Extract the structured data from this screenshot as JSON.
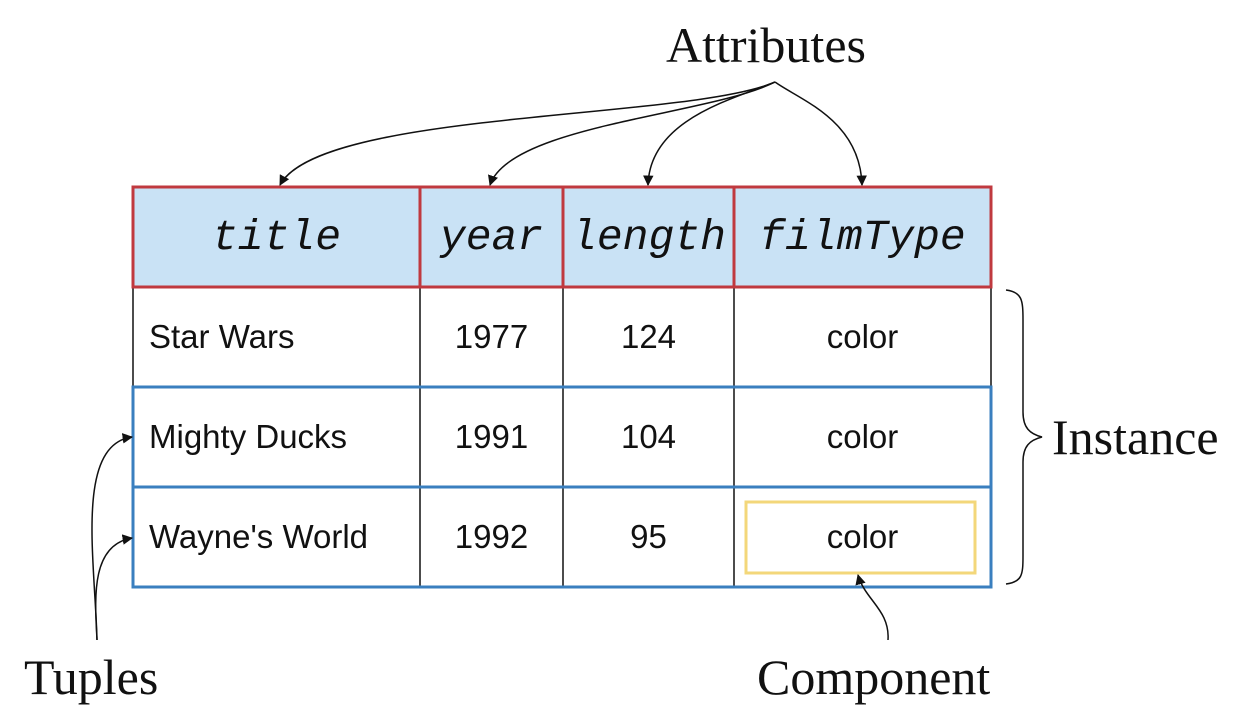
{
  "labels": {
    "attributes": "Attributes",
    "instance": "Instance",
    "tuples": "Tuples",
    "component": "Component"
  },
  "table": {
    "headers": [
      "title",
      "year",
      "length",
      "filmType"
    ],
    "rows": [
      [
        "Star Wars",
        "1977",
        "124",
        "color"
      ],
      [
        "Mighty Ducks",
        "1991",
        "104",
        "color"
      ],
      [
        "Wayne's World",
        "1992",
        "95",
        "color"
      ]
    ]
  },
  "colors": {
    "header_fill": "#c9e2f5",
    "header_border": "#c0393f",
    "tuple_border": "#3a7fbf",
    "component_border": "#f3d77a",
    "grid": "#111111"
  }
}
